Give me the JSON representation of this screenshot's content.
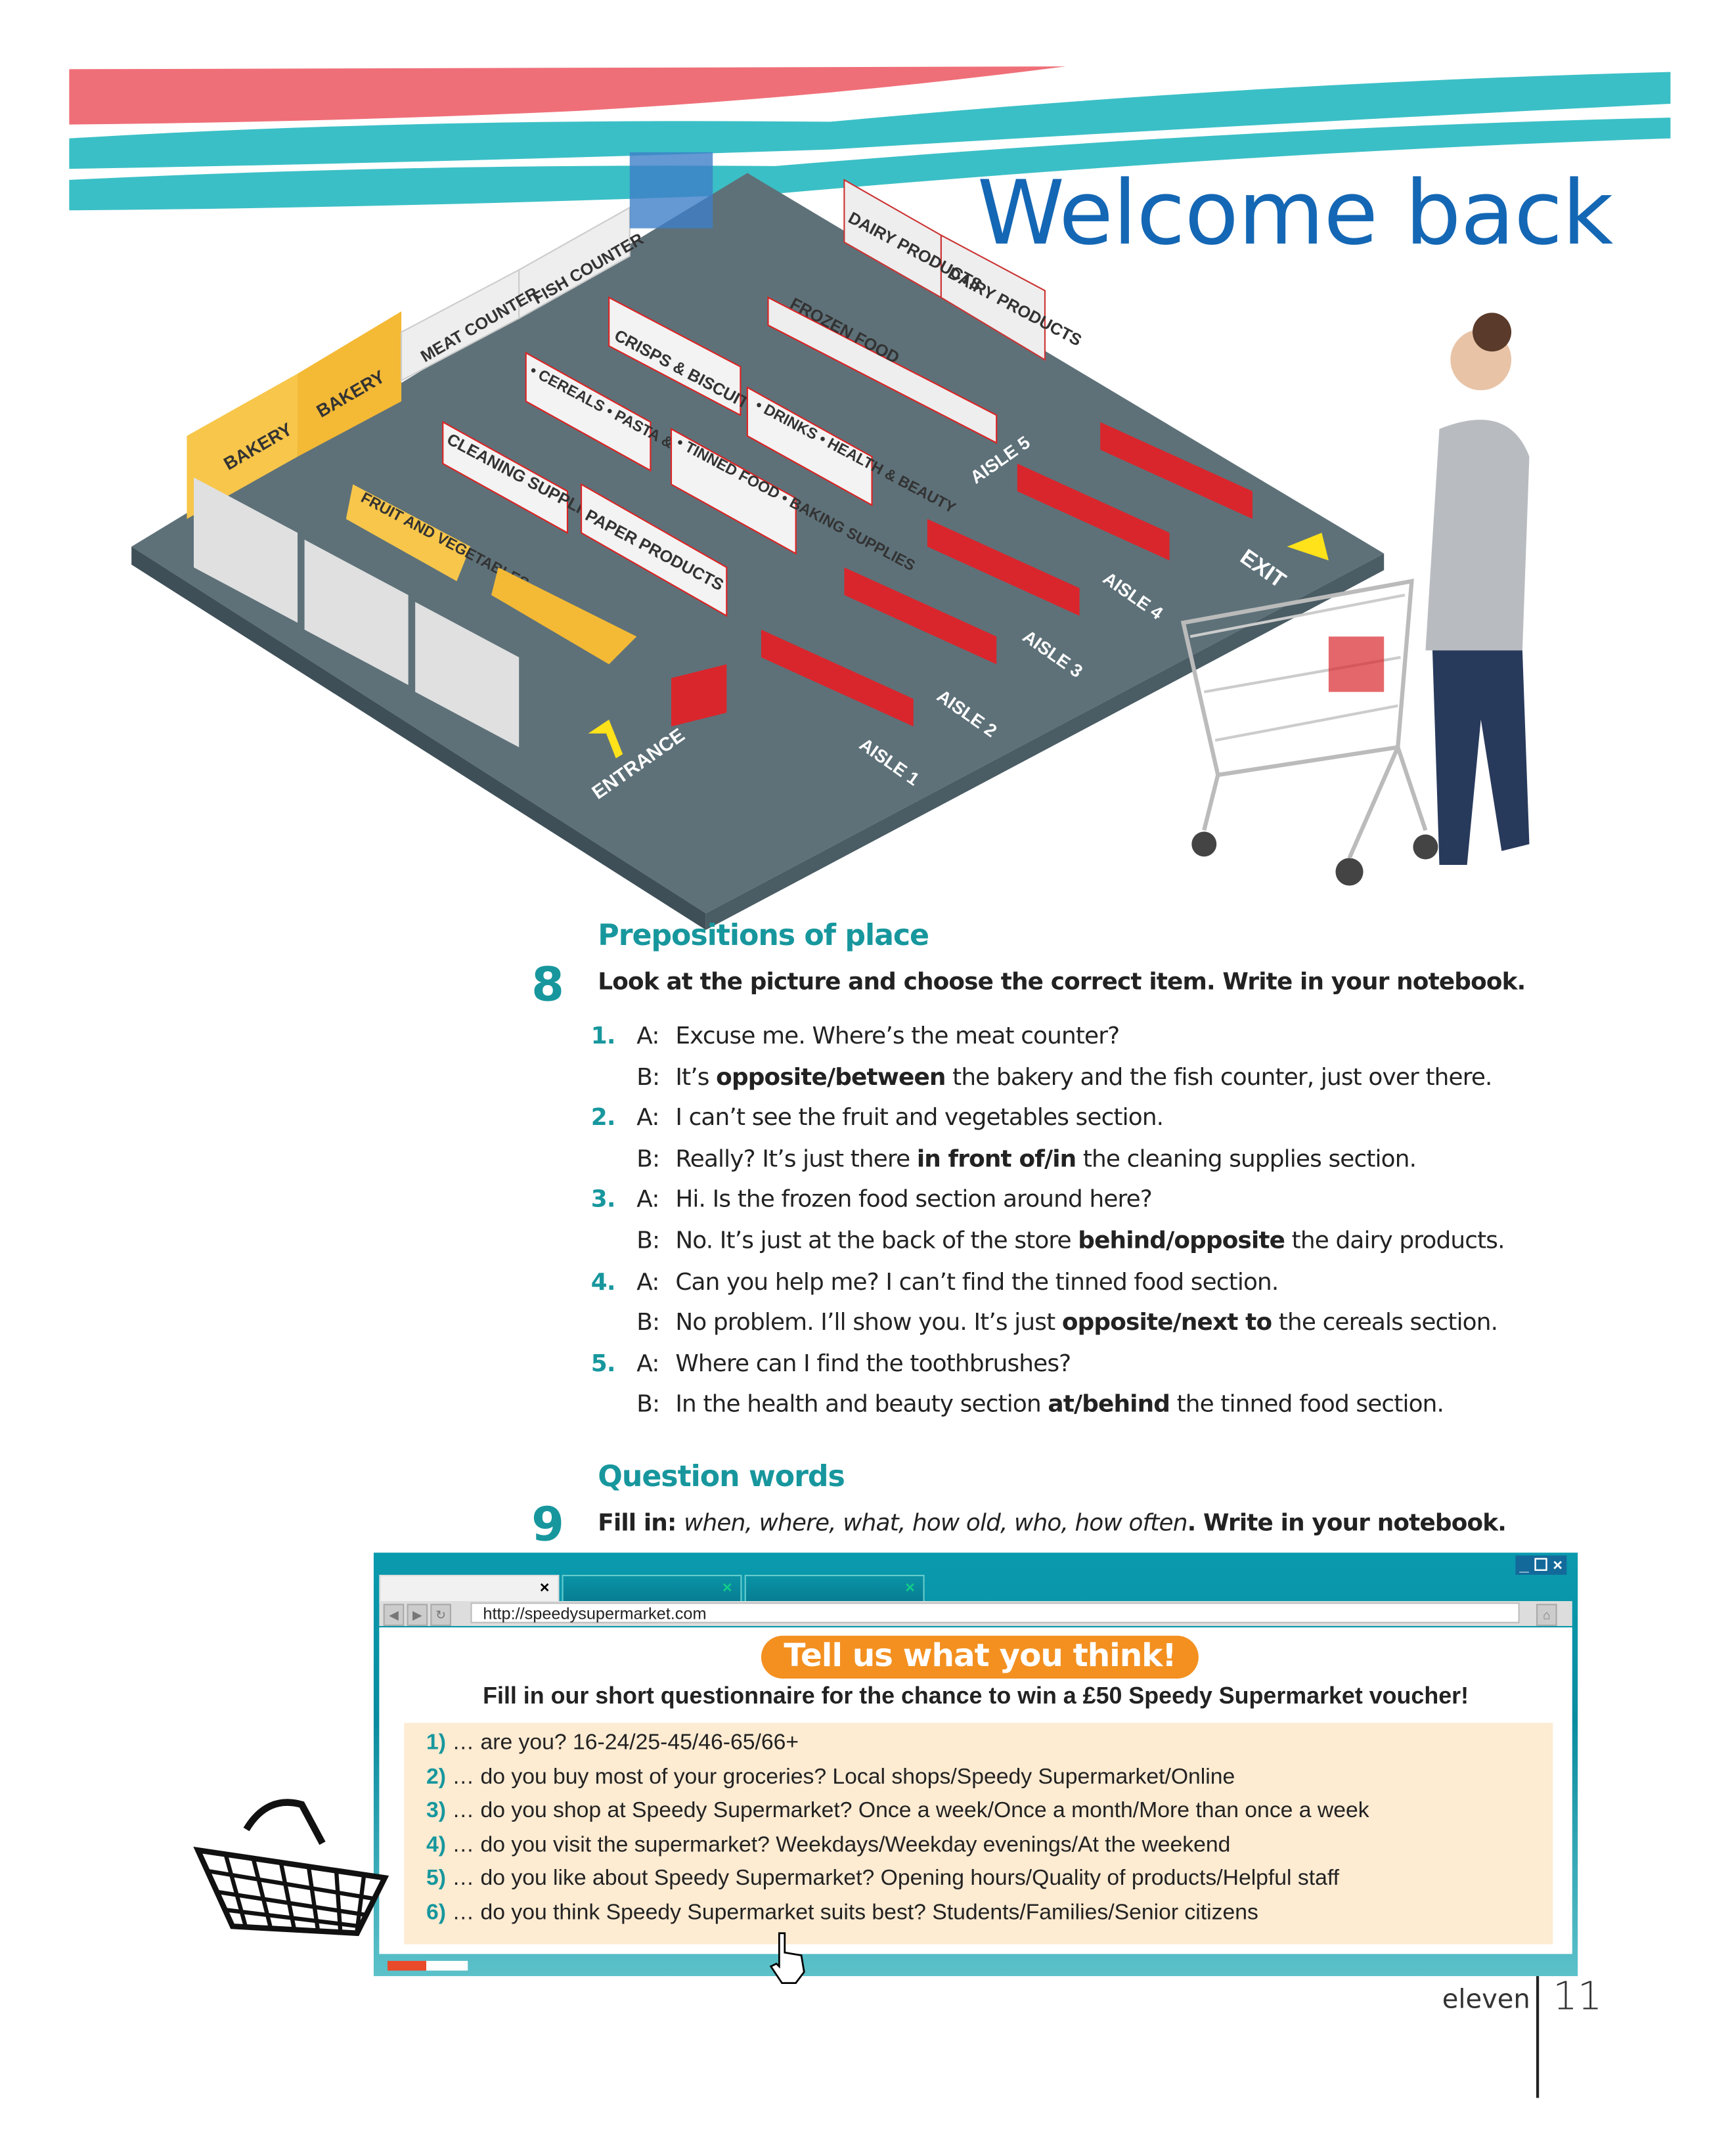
{
  "title": "Welcome back",
  "map": {
    "labels": {
      "bakery1": "BAKERY",
      "bakery2": "BAKERY",
      "meat": "MEAT COUNTER",
      "fish": "FISH COUNTER",
      "dairy1": "DAIRY PRODUCTS",
      "dairy2": "DAIRY PRODUCTS",
      "frozen": "FROZEN FOOD",
      "crisps": "CRISPS & BISCUITS",
      "cereals": "• CEREALS • PASTA & RICE",
      "drinks": "• DRINKS • HEALTH & BEAUTY",
      "tinned": "• TINNED FOOD • BAKING SUPPLIES",
      "cleaning": "CLEANING SUPPLIES",
      "fruit": "FRUIT AND VEGETABLES",
      "paper": "PAPER PRODUCTS",
      "aisle1": "AISLE 1",
      "aisle2": "AISLE 2",
      "aisle3": "AISLE 3",
      "aisle4": "AISLE 4",
      "aisle5": "AISLE 5",
      "exit": "EXIT",
      "entrance": "ENTRANCE"
    }
  },
  "exercise8": {
    "heading": "Prepositions of place",
    "number": "8",
    "instruction": "Look at the picture and choose the correct item. Write in your notebook.",
    "items": [
      {
        "num": "1.",
        "a": "Excuse me. Where’s the meat counter?",
        "b_pre": "It’s ",
        "b_bold": "opposite/between",
        "b_post": " the bakery and the fish counter, just over there."
      },
      {
        "num": "2.",
        "a": "I can’t see the fruit and vegetables section.",
        "b_pre": "Really? It’s just there ",
        "b_bold": "in front of/in",
        "b_post": " the cleaning supplies section."
      },
      {
        "num": "3.",
        "a": "Hi. Is the frozen food section around here?",
        "b_pre": "No. It’s just at the back of the store ",
        "b_bold": "behind/opposite",
        "b_post": " the dairy products."
      },
      {
        "num": "4.",
        "a": "Can you help me? I can’t find the tinned food section.",
        "b_pre": "No problem. I’ll show you. It’s just ",
        "b_bold": "opposite/next to",
        "b_post": " the cereals section."
      },
      {
        "num": "5.",
        "a": "Where can I find the toothbrushes?",
        "b_pre": "In the health and beauty section ",
        "b_bold": "at/behind",
        "b_post": " the tinned food section."
      }
    ],
    "speaker_a": "A:",
    "speaker_b": "B:"
  },
  "exercise9": {
    "heading": "Question words",
    "number": "9",
    "instruction_bold": "Fill in: ",
    "instruction_italic": "when, where, what, how old, who, how often",
    "instruction_end": ". Write in your notebook."
  },
  "browser": {
    "tab_close": "×",
    "url": "http://speedysupermarket.com",
    "window_controls": "_ ☐ ×",
    "banner": "Tell us what you think!",
    "subtitle": "Fill in our short questionnaire for the chance to win a £50 Speedy Supermarket voucher!",
    "questions": [
      {
        "n": "1)",
        "t": " … are you? 16-24/25-45/46-65/66+"
      },
      {
        "n": "2)",
        "t": " … do you buy most of your groceries? Local shops/Speedy Supermarket/Online"
      },
      {
        "n": "3)",
        "t": " … do you shop at Speedy Supermarket? Once a week/Once a month/More than once a week"
      },
      {
        "n": "4)",
        "t": " … do you visit the supermarket? Weekdays/Weekday evenings/At the weekend"
      },
      {
        "n": "5)",
        "t": " … do you like about Speedy Supermarket? Opening hours/Quality of products/Helpful staff"
      },
      {
        "n": "6)",
        "t": " … do you think Speedy Supermarket suits best? Students/Families/Senior citizens"
      }
    ]
  },
  "footer": {
    "word": "eleven",
    "page": "11"
  },
  "colors": {
    "teal": "#17979d",
    "blue": "#1467b4",
    "orange": "#f39020",
    "pink": "#ef6f78",
    "wave": "#3bbfc6"
  }
}
